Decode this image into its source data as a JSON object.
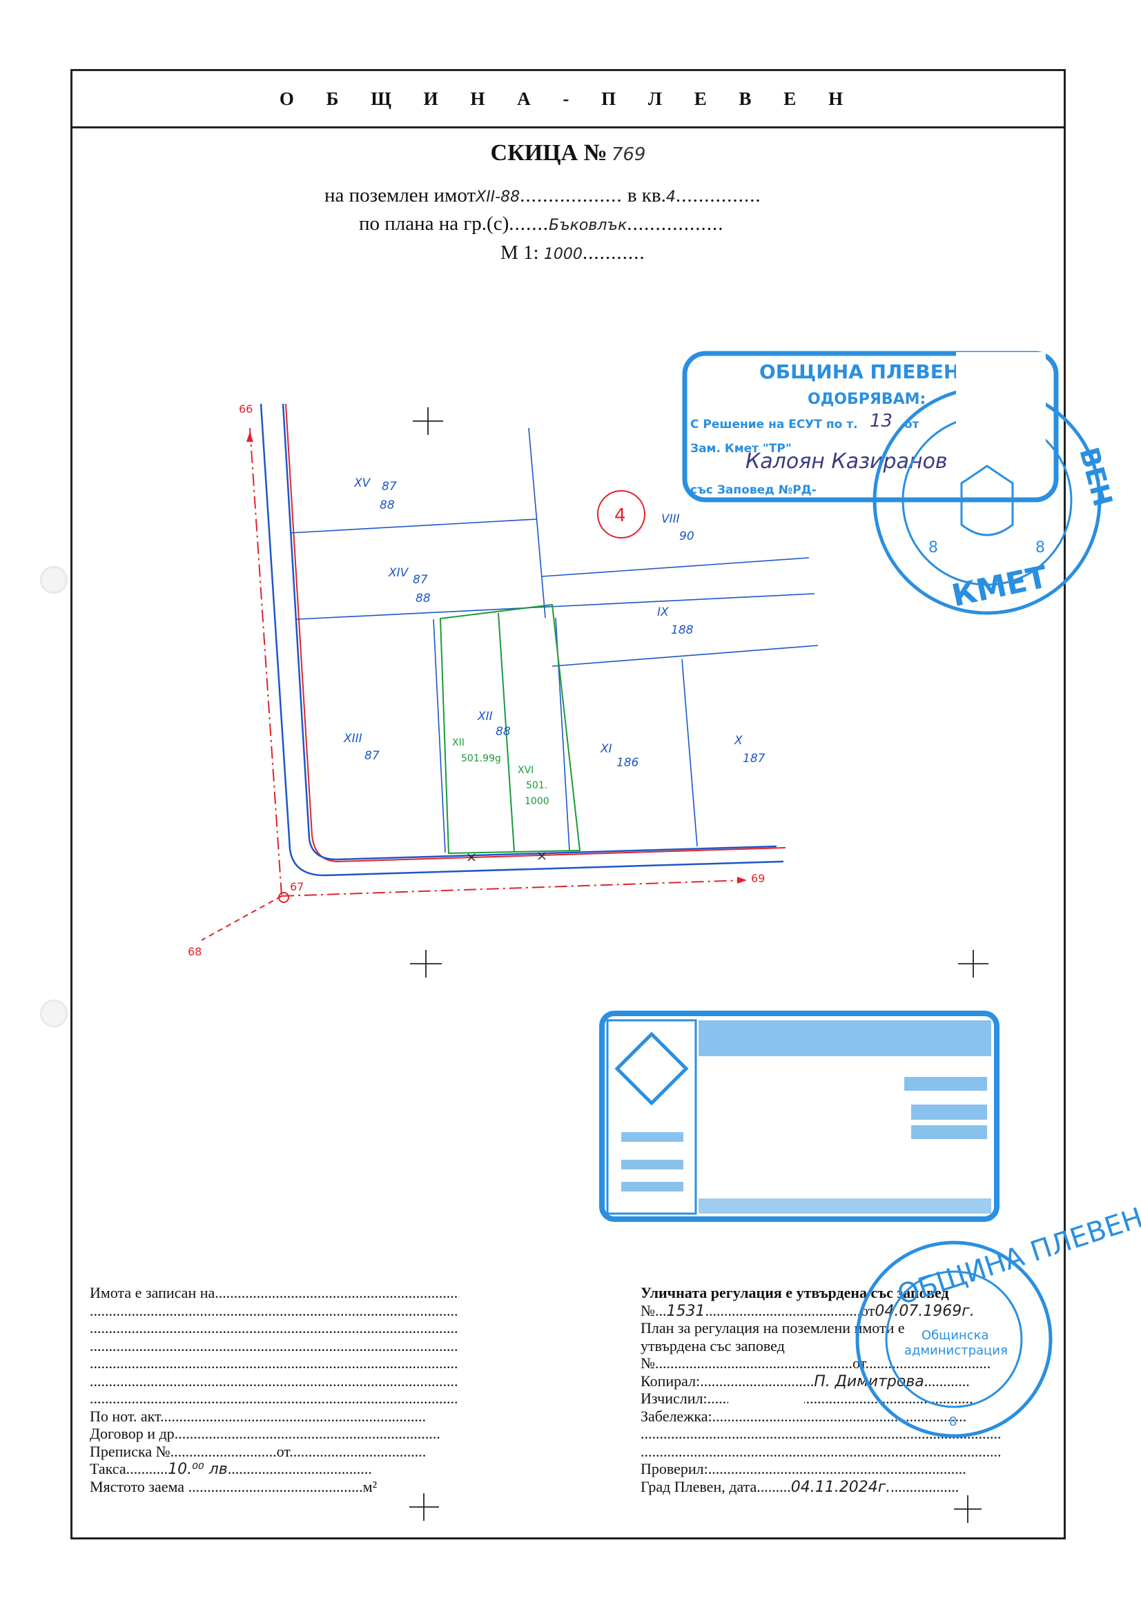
{
  "header": {
    "title": "О Б Щ И Н А - П Л Е В Е Н"
  },
  "sketch": {
    "title": "СКИЦА №",
    "number": "769",
    "property_label": "на поземлен имот",
    "property_value": "XII-88",
    "quarter_label": "в кв.",
    "quarter_value": "4",
    "plan_label": "по плана на гр.(с)",
    "plan_value": "Бъковлък",
    "scale_label": "М 1:",
    "scale_value": "1000"
  },
  "plan": {
    "quarter_circle": "4",
    "street_points": [
      "66",
      "67",
      "68",
      "69"
    ],
    "parcels": [
      {
        "roman": "XV",
        "num": "87",
        "sub": "88"
      },
      {
        "roman": "XIV",
        "num": "87",
        "sub": "88"
      },
      {
        "roman": "VIII",
        "num": "90"
      },
      {
        "roman": "IX",
        "num": "188"
      },
      {
        "roman": "XIII",
        "num": "87"
      },
      {
        "roman": "XII",
        "num": "88"
      },
      {
        "roman": "XI",
        "num": "186"
      },
      {
        "roman": "X",
        "num": "187"
      }
    ],
    "green_labels": [
      "XII",
      "501.99g",
      "XVI",
      "501.",
      "1000"
    ]
  },
  "stamps": {
    "approval": {
      "title": "ОБЩИНА ПЛЕВЕН",
      "line1": "ОДОБРЯВАМ:",
      "line2": "С Решение на ЕСУТ по т.",
      "line2_b": "от",
      "item_number": "13",
      "line3": "Зам. Кмет \"ТР\"",
      "signature": "Калоян Казиранов",
      "line4": "със Заповед №РД-"
    },
    "round_seal_top": {
      "text": "ОБЩИНА ПЛЕВЕН",
      "bottom": "КМЕТ",
      "digits": [
        "8",
        "8"
      ]
    },
    "round_seal_bottom": {
      "text": "ОБЩИНА ПЛЕВЕН",
      "center": "Общинска администрация",
      "digit": "8"
    }
  },
  "left_block": {
    "recorded_label": "Имота е записан на",
    "notary_label": "По нот. акт",
    "contract_label": "Договор и др.",
    "transcript_label": "Преписка №",
    "transcript_from": "от",
    "fee_label": "Такса",
    "fee_value": "10.⁰⁰ лв",
    "area_label": "Мястото заема",
    "area_unit": "м²"
  },
  "right_block": {
    "street_reg_label": "Уличната регулация е утвърдена със заповед",
    "order_no_label": "№",
    "order_no": "1531",
    "order_from_label": "от",
    "order_date": "04.07.1969г.",
    "plan_reg_line1": "План за регулация на поземлени имоти е",
    "plan_reg_line2": "утвърдена със заповед",
    "no_label": "№",
    "from_label": "от",
    "copied_label": "Копирал:",
    "copied_value": "П. Димитрова",
    "calculated_label": "Изчислил:",
    "note_label": "Забележка:",
    "checked_label": "Проверил:",
    "city_date_label": "Град Плевен, дата",
    "city_date_value": "04.11.2024г."
  },
  "colors": {
    "red": "#e0232b",
    "blue": "#1d56c8",
    "green": "#1b9a3a",
    "stamp": "#2a8fe0"
  }
}
